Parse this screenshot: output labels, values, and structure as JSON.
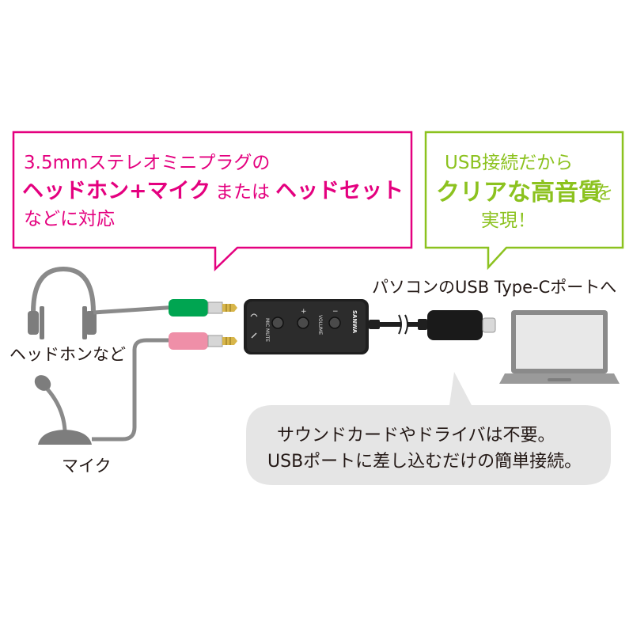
{
  "callout_left": {
    "line1": "3.5mmステレオミニプラグの",
    "line2_a": "ヘッドホン+マイク",
    "line2_b": "または",
    "line2_c": "ヘッドセット",
    "line3": "などに対応"
  },
  "callout_right": {
    "line1": "USB接続だから",
    "line2_a": "クリアな高音質",
    "line2_b": "を",
    "line3": "実現！"
  },
  "labels": {
    "pc_port": "パソコンのUSB Type-Cポートへ",
    "headphones": "ヘッドホンなど",
    "mic": "マイク"
  },
  "device": {
    "mic_mute": "MIC MUTE",
    "plus": "+",
    "minus": "−",
    "volume": "VOLUME",
    "brand": "SANWA"
  },
  "bottom_callout": {
    "line1": "サウンドカードやドライバは不要。",
    "line2": "USBポートに差し込むだけの簡単接続。"
  },
  "colors": {
    "pink": "#e4007f",
    "green": "#8cc21f",
    "grey_bubble": "#e5e5e5",
    "plug_green": "#00a551",
    "plug_pink": "#ef8fa8",
    "gold": "#d8b64a"
  }
}
